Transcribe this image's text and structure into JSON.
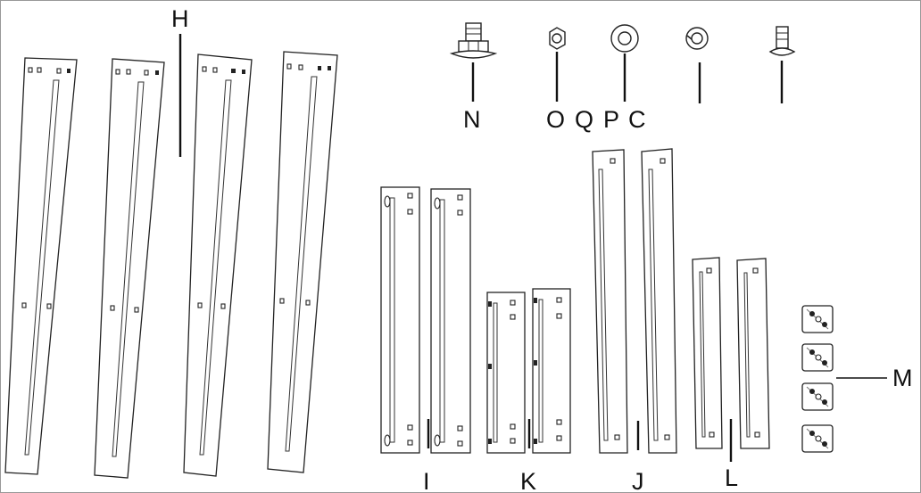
{
  "labels": {
    "H": "H",
    "N": "N",
    "O": "O",
    "Q": "Q",
    "P": "P",
    "C": "C",
    "I": "I",
    "K": "K",
    "J": "J",
    "L": "L",
    "M": "M"
  },
  "colors": {
    "line": "#222222",
    "background": "#ffffff"
  }
}
